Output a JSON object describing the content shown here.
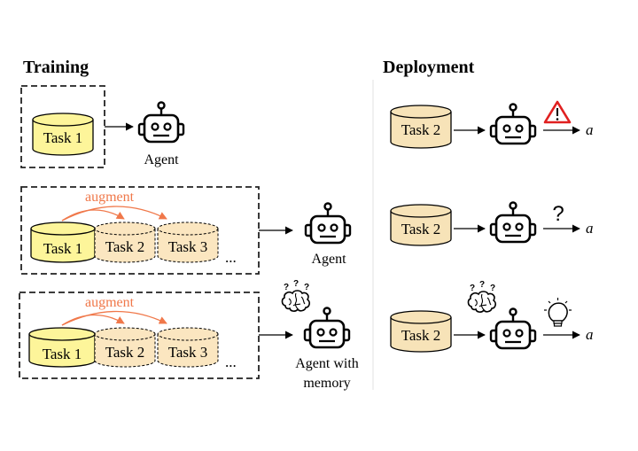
{
  "training": {
    "title": "Training",
    "row1": {
      "task": "Task 1",
      "agent_label": "Agent"
    },
    "row2": {
      "augment": "augment",
      "tasks": [
        "Task 1",
        "Task 2",
        "Task 3"
      ],
      "ellipsis": "...",
      "agent_label": "Agent"
    },
    "row3": {
      "augment": "augment",
      "tasks": [
        "Task 1",
        "Task 2",
        "Task 3"
      ],
      "ellipsis": "...",
      "agent_label_line1": "Agent with",
      "agent_label_line2": "memory"
    }
  },
  "deployment": {
    "title": "Deployment",
    "rows": [
      {
        "task": "Task 2",
        "action": "a",
        "indicator": "warning-icon"
      },
      {
        "task": "Task 2",
        "action": "a",
        "indicator": "?"
      },
      {
        "task": "Task 2",
        "action": "a",
        "indicator": "lightbulb-icon"
      }
    ]
  },
  "colors": {
    "task_solid": "#fdf59a",
    "task_augmented": "#fbe6c0",
    "task_deploy": "#f7e3b8",
    "augment_accent": "#f0784a",
    "warning": "#e02020"
  }
}
